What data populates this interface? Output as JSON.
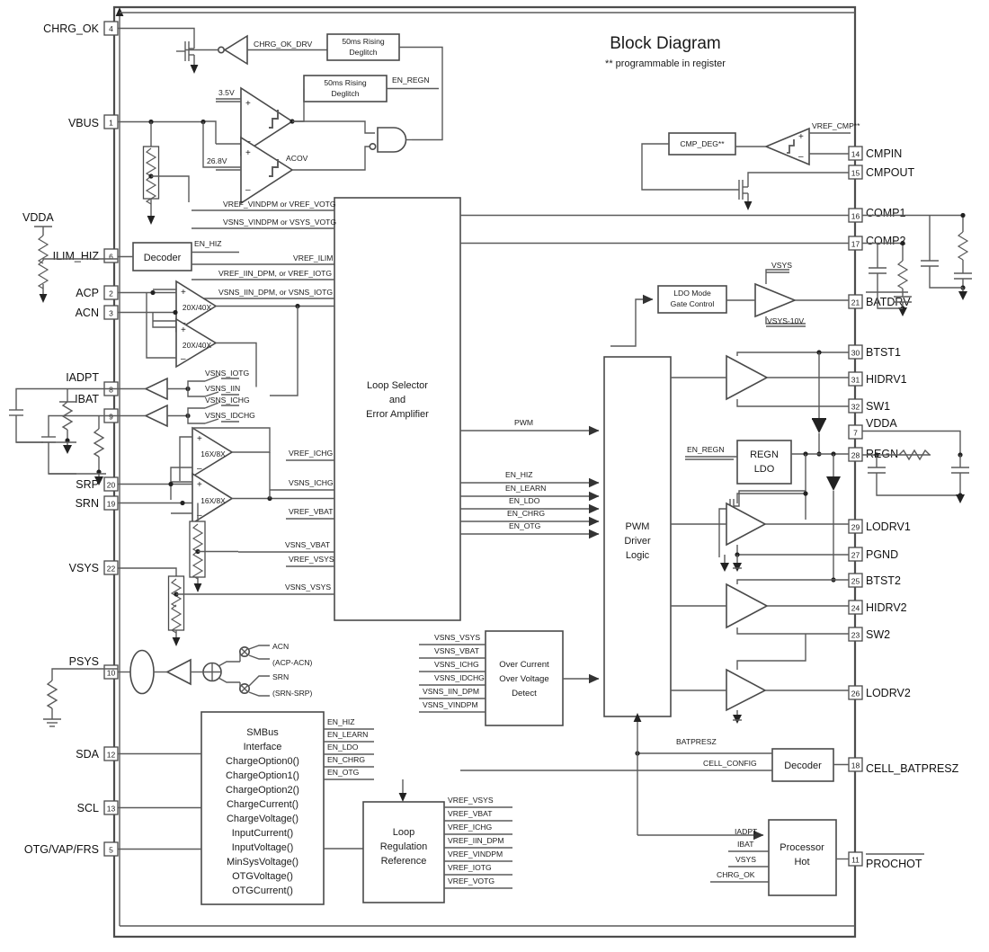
{
  "diagram": {
    "title": "Block Diagram",
    "subtitle": "** programmable in register"
  },
  "left_pins": [
    {
      "name": "CHRG_OK",
      "num": "4"
    },
    {
      "name": "VBUS",
      "num": "1"
    },
    {
      "name": "ILIM_HIZ",
      "num": "6"
    },
    {
      "name": "ACP",
      "num": "2"
    },
    {
      "name": "ACN",
      "num": "3"
    },
    {
      "name": "IADPT",
      "num": "8"
    },
    {
      "name": "IBAT",
      "num": "9"
    },
    {
      "name": "SRP",
      "num": "20"
    },
    {
      "name": "SRN",
      "num": "19"
    },
    {
      "name": "VSYS",
      "num": "22"
    },
    {
      "name": "PSYS",
      "num": "10"
    },
    {
      "name": "SDA",
      "num": "12"
    },
    {
      "name": "SCL",
      "num": "13"
    },
    {
      "name": "OTG/VAP/FRS",
      "num": "5"
    }
  ],
  "left_rails": [
    {
      "name": "VDDA"
    }
  ],
  "right_pins": [
    {
      "name": "CMPIN",
      "num": "14",
      "overline": false
    },
    {
      "name": "CMPOUT",
      "num": "15",
      "overline": false
    },
    {
      "name": "COMP1",
      "num": "16",
      "overline": false
    },
    {
      "name": "COMP2",
      "num": "17",
      "overline": false
    },
    {
      "name": "BATDRV",
      "num": "21",
      "overline": true
    },
    {
      "name": "BTST1",
      "num": "30",
      "overline": false
    },
    {
      "name": "HIDRV1",
      "num": "31",
      "overline": false
    },
    {
      "name": "SW1",
      "num": "32",
      "overline": false
    },
    {
      "name": "VDDA",
      "num": "7",
      "overline": false
    },
    {
      "name": "REGN",
      "num": "28",
      "overline": false
    },
    {
      "name": "LODRV1",
      "num": "29",
      "overline": false
    },
    {
      "name": "PGND",
      "num": "27",
      "overline": false
    },
    {
      "name": "BTST2",
      "num": "25",
      "overline": false
    },
    {
      "name": "HIDRV2",
      "num": "24",
      "overline": false
    },
    {
      "name": "SW2",
      "num": "23",
      "overline": false
    },
    {
      "name": "LODRV2",
      "num": "26",
      "overline": false
    },
    {
      "name": "CELL_BATPRESZ",
      "num": "18",
      "overline": false
    },
    {
      "name": "PROCHOT",
      "num": "11",
      "overline": true
    }
  ],
  "blocks": {
    "deglitch1": [
      "50ms Rising",
      "Deglitch"
    ],
    "deglitch2": [
      "50ms Rising",
      "Deglitch"
    ],
    "decoder_ilim": [
      "Decoder"
    ],
    "loop_selector": [
      "Loop Selector",
      "and",
      "Error Amplifier"
    ],
    "cmp_deg": [
      "CMP_DEG**"
    ],
    "ldo_mode": [
      "LDO Mode",
      "Gate Control"
    ],
    "regn_ldo": [
      "REGN",
      "LDO"
    ],
    "pwm_driver": [
      "PWM",
      "Driver",
      "Logic"
    ],
    "ocp_ovp": [
      "Over Current",
      "Over Voltage",
      "Detect"
    ],
    "smbus": [
      "SMBus",
      "Interface",
      "ChargeOption0()",
      "ChargeOption1()",
      "ChargeOption2()",
      "ChargeCurrent()",
      "ChargeVoltage()",
      "InputCurrent()",
      "InputVoltage()",
      "MinSysVoltage()",
      "OTGVoltage()",
      "OTGCurrent()"
    ],
    "loop_reg_ref": [
      "Loop",
      "Regulation",
      "Reference"
    ],
    "decoder_cell": [
      "Decoder"
    ],
    "processor_hot": [
      "Processor",
      "Hot"
    ]
  },
  "signals": {
    "chrg_ok_drv": "CHRG_OK_DRV",
    "en_regn": "EN_REGN",
    "acov": "ACOV",
    "threshold_35v": "3.5V",
    "threshold_268v": "26.8V",
    "vref_cmp": "VREF_CMP**",
    "en_hiz": "EN_HIZ",
    "vref_ilim": "VREF_ILIM",
    "vref_vindpm_or_votg": "VREF_VINDPM or VREF_VOTG",
    "vsns_vindpm_or_vsys_votg": "VSNS_VINDPM or VSYS_VOTG",
    "vref_iin_dpm_or_iotg": "VREF_IIN_DPM, or VREF_IOTG",
    "vsns_iin_dpm_or_iotg": "VSNS_IIN_DPM, or VSNS_IOTG",
    "vsns_iotg": "VSNS_IOTG",
    "vsns_iin": "VSNS_IIN",
    "vsns_ichg_sw": "VSNS_ICHG",
    "vsns_idchg_sw": "VSNS_IDCHG",
    "vref_ichg": "VREF_ICHG",
    "vsns_ichg": "VSNS_ICHG",
    "vref_vbat": "VREF_VBAT",
    "vsns_vbat": "VSNS_VBAT",
    "vref_vsys": "VREF_VSYS",
    "vsns_vsys": "VSNS_VSYS",
    "pwm": "PWM",
    "en_hiz2": "EN_HIZ",
    "en_learn": "EN_LEARN",
    "en_ldo": "EN_LDO",
    "en_chrg": "EN_CHRG",
    "en_otg": "EN_OTG",
    "en_regn2": "EN_REGN",
    "vsys": "VSYS",
    "vsys_10v": "VSYS-10V",
    "batpresz": "BATPRESZ",
    "cell_config": "CELL_CONFIG",
    "gain_2040_a": "20X/40X",
    "gain_2040_b": "20X/40X",
    "gain_168_a": "16X/8X",
    "gain_168_b": "16X/8X",
    "psys_acn": "ACN",
    "psys_acp_acn": "(ACP-ACN)",
    "psys_srn": "SRN",
    "psys_srn_srp": "(SRN-SRP)"
  },
  "smbus_outputs": [
    "EN_HIZ",
    "EN_LEARN",
    "EN_LDO",
    "EN_CHRG",
    "EN_OTG"
  ],
  "ocp_inputs": [
    "VSNS_VSYS",
    "VSNS_VBAT",
    "VSNS_ICHG",
    "VSNS_IDCHG",
    "VSNS_IIN_DPM",
    "VSNS_VINDPM"
  ],
  "loop_ref_outputs": [
    "VREF_VSYS",
    "VREF_VBAT",
    "VREF_ICHG",
    "VREF_IIN_DPM",
    "VREF_VINDPM",
    "VREF_IOTG",
    "VREF_VOTG"
  ],
  "prochot_inputs": [
    "IADPT",
    "IBAT",
    "VSYS",
    "CHRG_OK"
  ],
  "colors": {
    "wire": "#5a5a5a",
    "text": "#1a1a1a",
    "frame": "#4d4d4d",
    "background": "#ffffff"
  }
}
